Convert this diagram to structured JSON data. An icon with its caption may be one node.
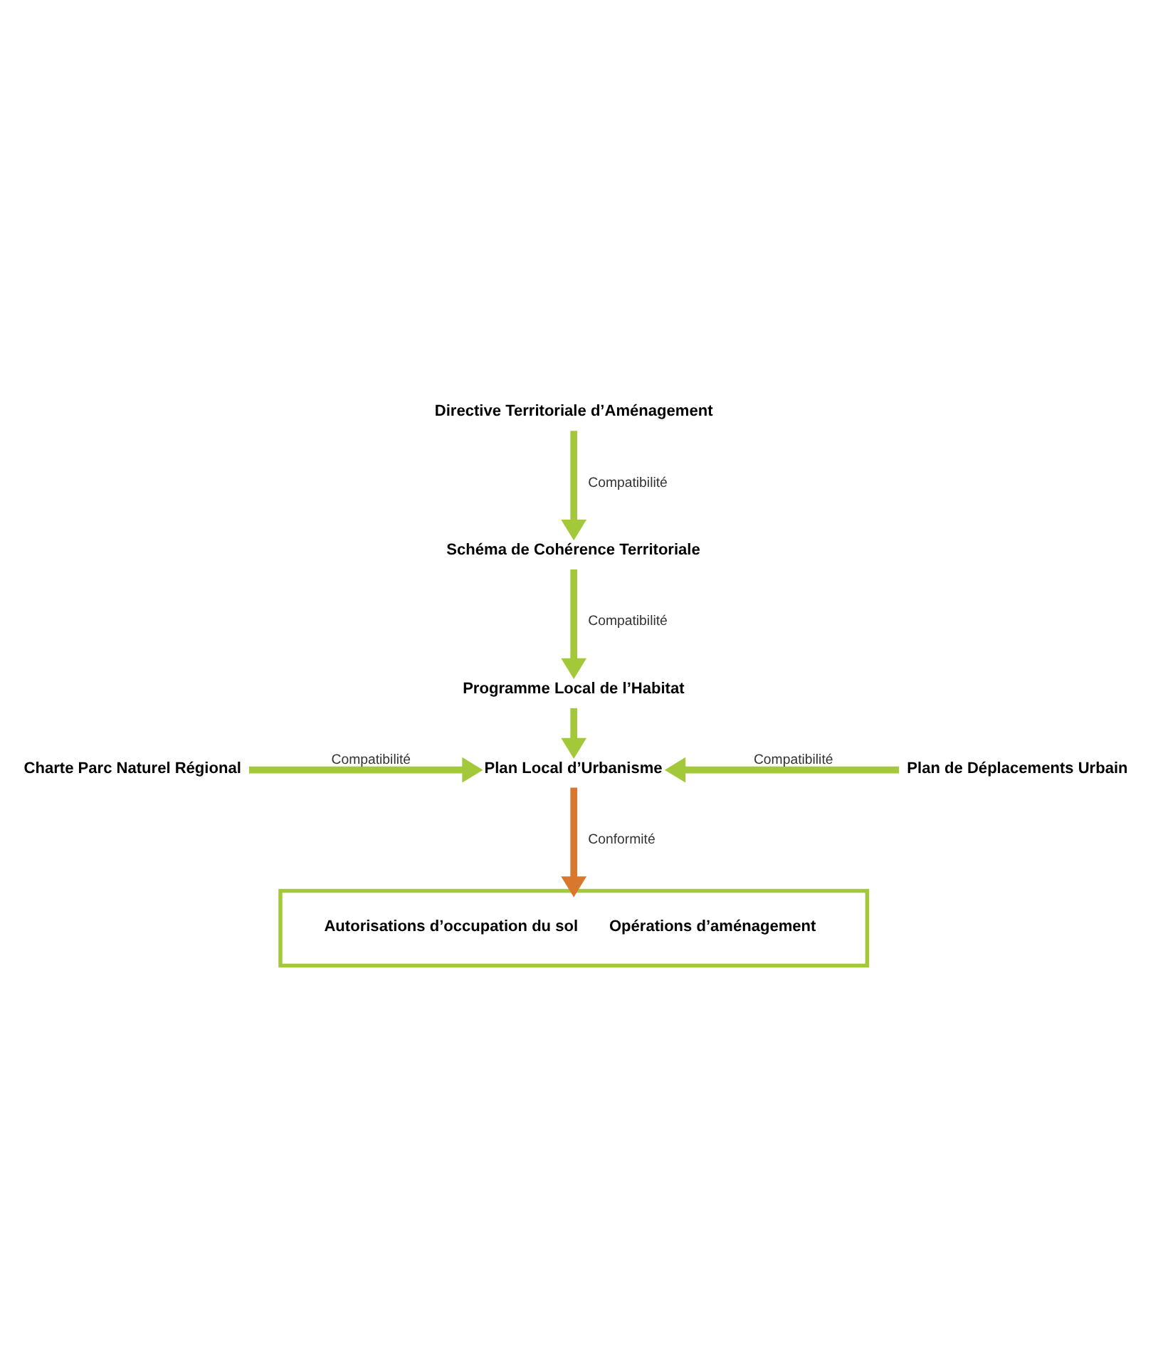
{
  "diagram": {
    "nodes": [
      {
        "text": [
          "Directive Territoriale d’Aménagement"
        ]
      },
      {
        "text": [
          "Schéma de Cohérence Territoriale"
        ]
      },
      {
        "text": [
          "Programme Local de l’Habitat"
        ]
      },
      {
        "text": [
          "Charte Parc Naturel Régional"
        ]
      },
      {
        "text": [
          "Plan Local d’Urbanisme"
        ]
      },
      {
        "text": [
          "Plan de Déplacements Urbain"
        ]
      },
      {
        "text": [
          "Autorisations d’occupation du sol",
          "Opérations d’aménagement"
        ]
      }
    ],
    "edges": [
      {
        "from": 0,
        "to": 1,
        "arrow": "to",
        "label": "Compatibilité"
      },
      {
        "from": 1,
        "to": 2,
        "arrow": "to",
        "label": "Compatibilité"
      },
      {
        "from": 3,
        "to": 4,
        "arrow": "to",
        "label": "Compatibilité"
      },
      {
        "from": 2,
        "to": 4,
        "arrow": "to"
      },
      {
        "from": 5,
        "to": 4,
        "arrow": "to",
        "label": "Compatibilité"
      },
      {
        "from": 4,
        "to": 6,
        "arrow": "to",
        "label": "Conformité",
        "color": "#d9782d"
      }
    ]
  }
}
